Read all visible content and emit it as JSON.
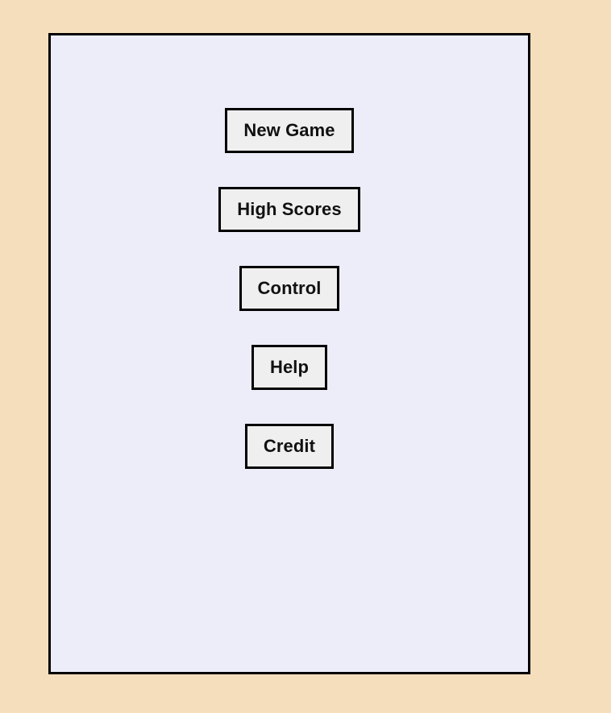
{
  "window": {
    "background_color": "#f5debb"
  },
  "panel": {
    "background_color": "#ededfa",
    "border_color": "#000000"
  },
  "menu": {
    "button_background_color": "#efefef",
    "button_border_color": "#000000",
    "button_text_color": "#111111",
    "buttons": [
      {
        "id": "new-game",
        "label": "New Game"
      },
      {
        "id": "high-scores",
        "label": "High Scores"
      },
      {
        "id": "control",
        "label": "Control"
      },
      {
        "id": "help",
        "label": "Help"
      },
      {
        "id": "credit",
        "label": "Credit"
      }
    ]
  }
}
